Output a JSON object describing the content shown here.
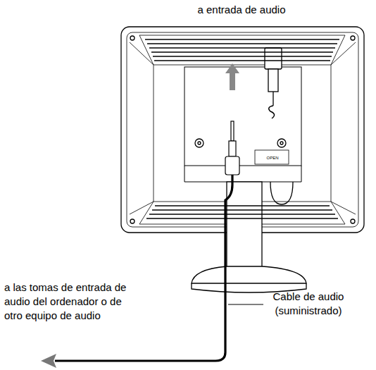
{
  "diagram": {
    "labels": [
      "a entrada de audio",
      "a las tomas de entrada de audio del ordenador o de otro equipo de audio",
      "Cable de audio (suministrado)",
      "OPEN"
    ]
  }
}
